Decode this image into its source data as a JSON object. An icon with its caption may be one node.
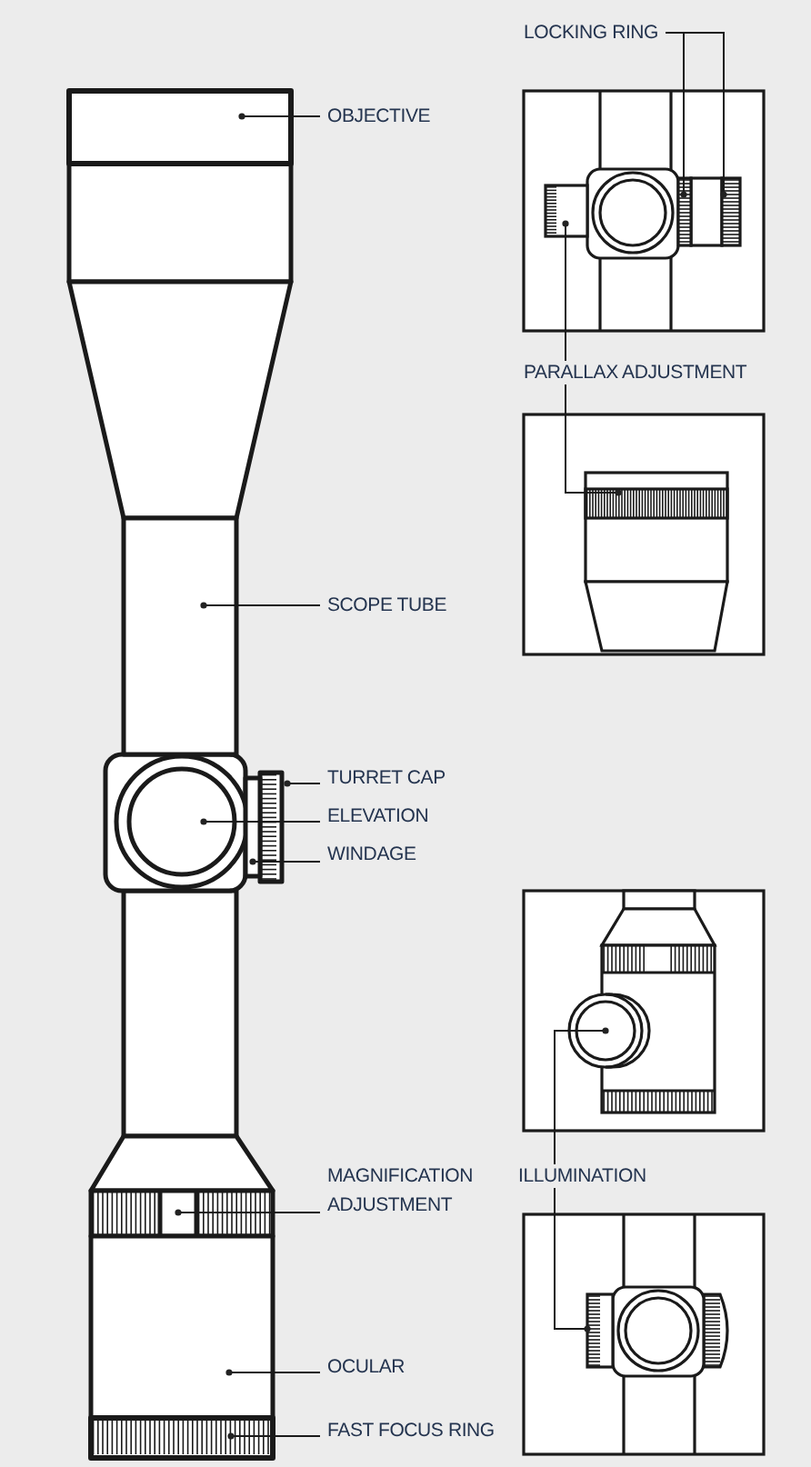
{
  "diagram": {
    "nodes": [
      {
        "text": [
          "LOCKING RING"
        ]
      },
      {
        "text": [
          "OBJECTIVE"
        ]
      },
      {
        "text": [
          "PARALLAX ADJUSTMENT"
        ]
      },
      {
        "text": [
          "SCOPE TUBE"
        ]
      },
      {
        "text": [
          "TURRET CAP"
        ]
      },
      {
        "text": [
          "ELEVATION"
        ]
      },
      {
        "text": [
          "WINDAGE"
        ]
      },
      {
        "text": [
          "MAGNIFICATION ADJUSTMENT"
        ]
      },
      {
        "text": [
          "ILLUMINATION"
        ]
      },
      {
        "text": [
          "OCULAR"
        ]
      },
      {
        "text": [
          "FAST FOCUS RING"
        ]
      },
      {
        "text": [],
        "shape": "box"
      },
      {
        "text": [],
        "shape": "box"
      },
      {
        "text": [],
        "shape": "box"
      },
      {
        "text": [],
        "shape": "circle"
      },
      {
        "text": [],
        "shape": "box"
      },
      {
        "text": [],
        "shape": "bar"
      },
      {
        "text": [],
        "shape": "box"
      },
      {
        "text": [],
        "shape": "bar"
      },
      {
        "text": [],
        "shape": "bar"
      },
      {
        "text": [],
        "shape": "bar"
      },
      {
        "text": [],
        "shape": "box"
      },
      {
        "text": [],
        "shape": "bar"
      },
      {
        "text": [],
        "shape": "circle"
      },
      {
        "text": [],
        "shape": "box"
      }
    ],
    "edges": [
      {
        "from": 0,
        "to": 19,
        "arrow": "other"
      },
      {
        "from": 0,
        "to": 20,
        "arrow": "other"
      },
      {
        "from": 1,
        "to": 11,
        "arrow": "other"
      },
      {
        "from": 2,
        "to": 21,
        "arrow": "other"
      },
      {
        "from": 2,
        "to": 22,
        "arrow": "other"
      },
      {
        "from": 3,
        "to": 12,
        "arrow": "other"
      },
      {
        "from": 4,
        "to": 13,
        "arrow": "other"
      },
      {
        "from": 5,
        "to": 14,
        "arrow": "other"
      },
      {
        "from": 6,
        "to": 15,
        "arrow": "other"
      },
      {
        "from": 7,
        "to": 16,
        "arrow": "other"
      },
      {
        "from": 8,
        "to": 23,
        "arrow": "other"
      },
      {
        "from": 8,
        "to": 24,
        "arrow": "other"
      },
      {
        "from": 9,
        "to": 17,
        "arrow": "other"
      },
      {
        "from": 10,
        "to": 18,
        "arrow": "other"
      }
    ]
  }
}
